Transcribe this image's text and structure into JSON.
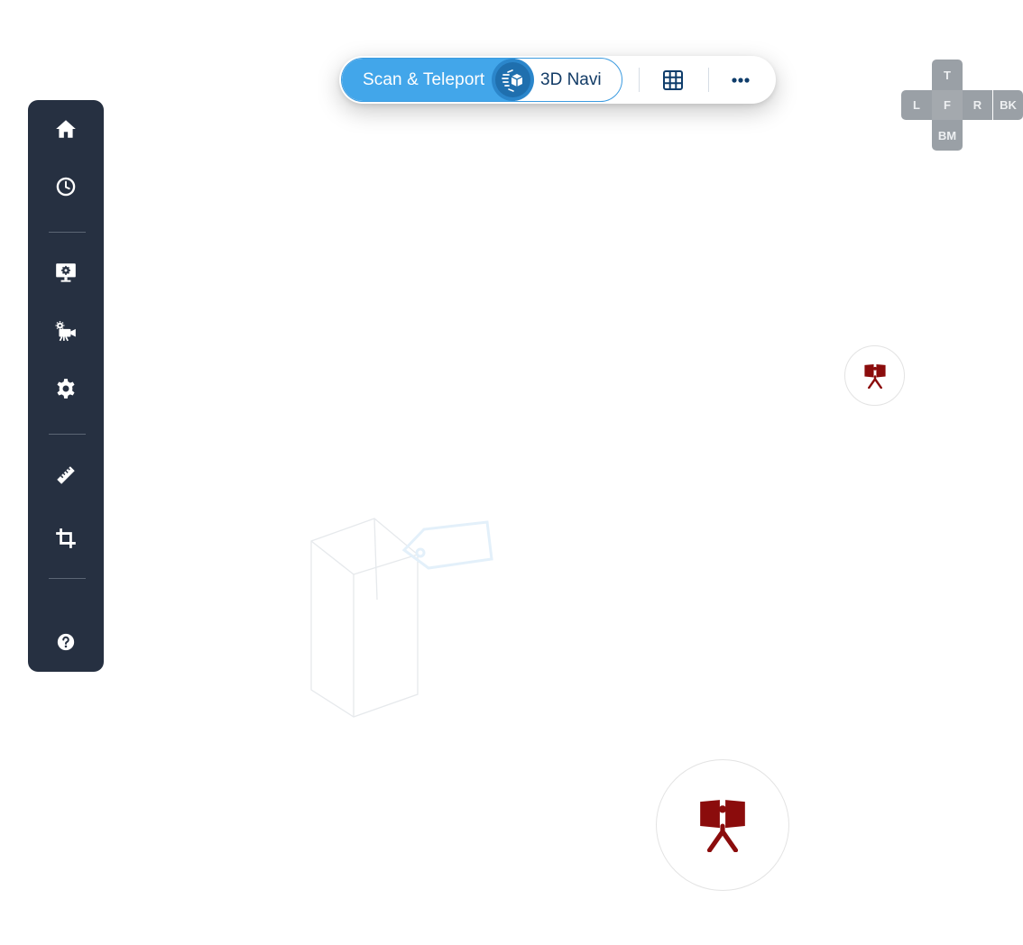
{
  "toolbar": {
    "mode_left_label": "Scan & Teleport",
    "mode_right_label": "3D Navi",
    "mode_active": "Scan & Teleport",
    "grid_icon": "grid-icon",
    "more_icon": "more-horizontal-icon"
  },
  "viewcube": {
    "top": "T",
    "left": "L",
    "front": "F",
    "right": "R",
    "back": "BK",
    "bottom": "BM"
  },
  "sidebar": {
    "items": [
      {
        "icon": "home-icon"
      },
      {
        "icon": "clock-icon"
      },
      {
        "icon": "monitor-settings-icon"
      },
      {
        "icon": "camera-settings-icon"
      },
      {
        "icon": "gear-icon"
      },
      {
        "icon": "ruler-icon"
      },
      {
        "icon": "crop-icon"
      },
      {
        "icon": "help-icon"
      }
    ]
  },
  "colors": {
    "sidebar_bg": "#263041",
    "accent_blue": "#42a6ea",
    "scan_marker": "#8b0c0c",
    "viewcube_face": "#9aa0a6"
  }
}
